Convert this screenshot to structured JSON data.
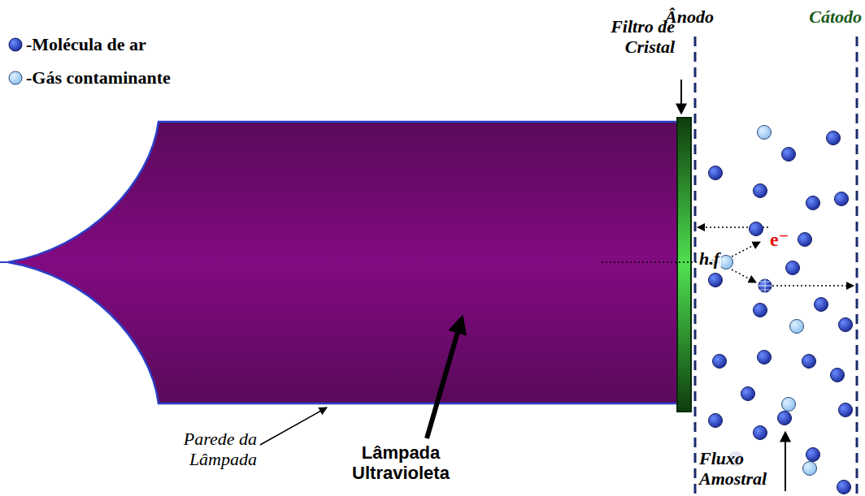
{
  "diagram": {
    "labels": [
      "Filtro de Cristal",
      "Ânodo",
      "Cátodo",
      "h.f",
      "e⁻",
      "Parede da Lâmpada",
      "Lâmpada Ultravioleta",
      "Fluxo Amostral"
    ],
    "legend": [
      {
        "text": "-Molécula de ar"
      },
      {
        "text": "-Gás contaminante"
      }
    ]
  }
}
